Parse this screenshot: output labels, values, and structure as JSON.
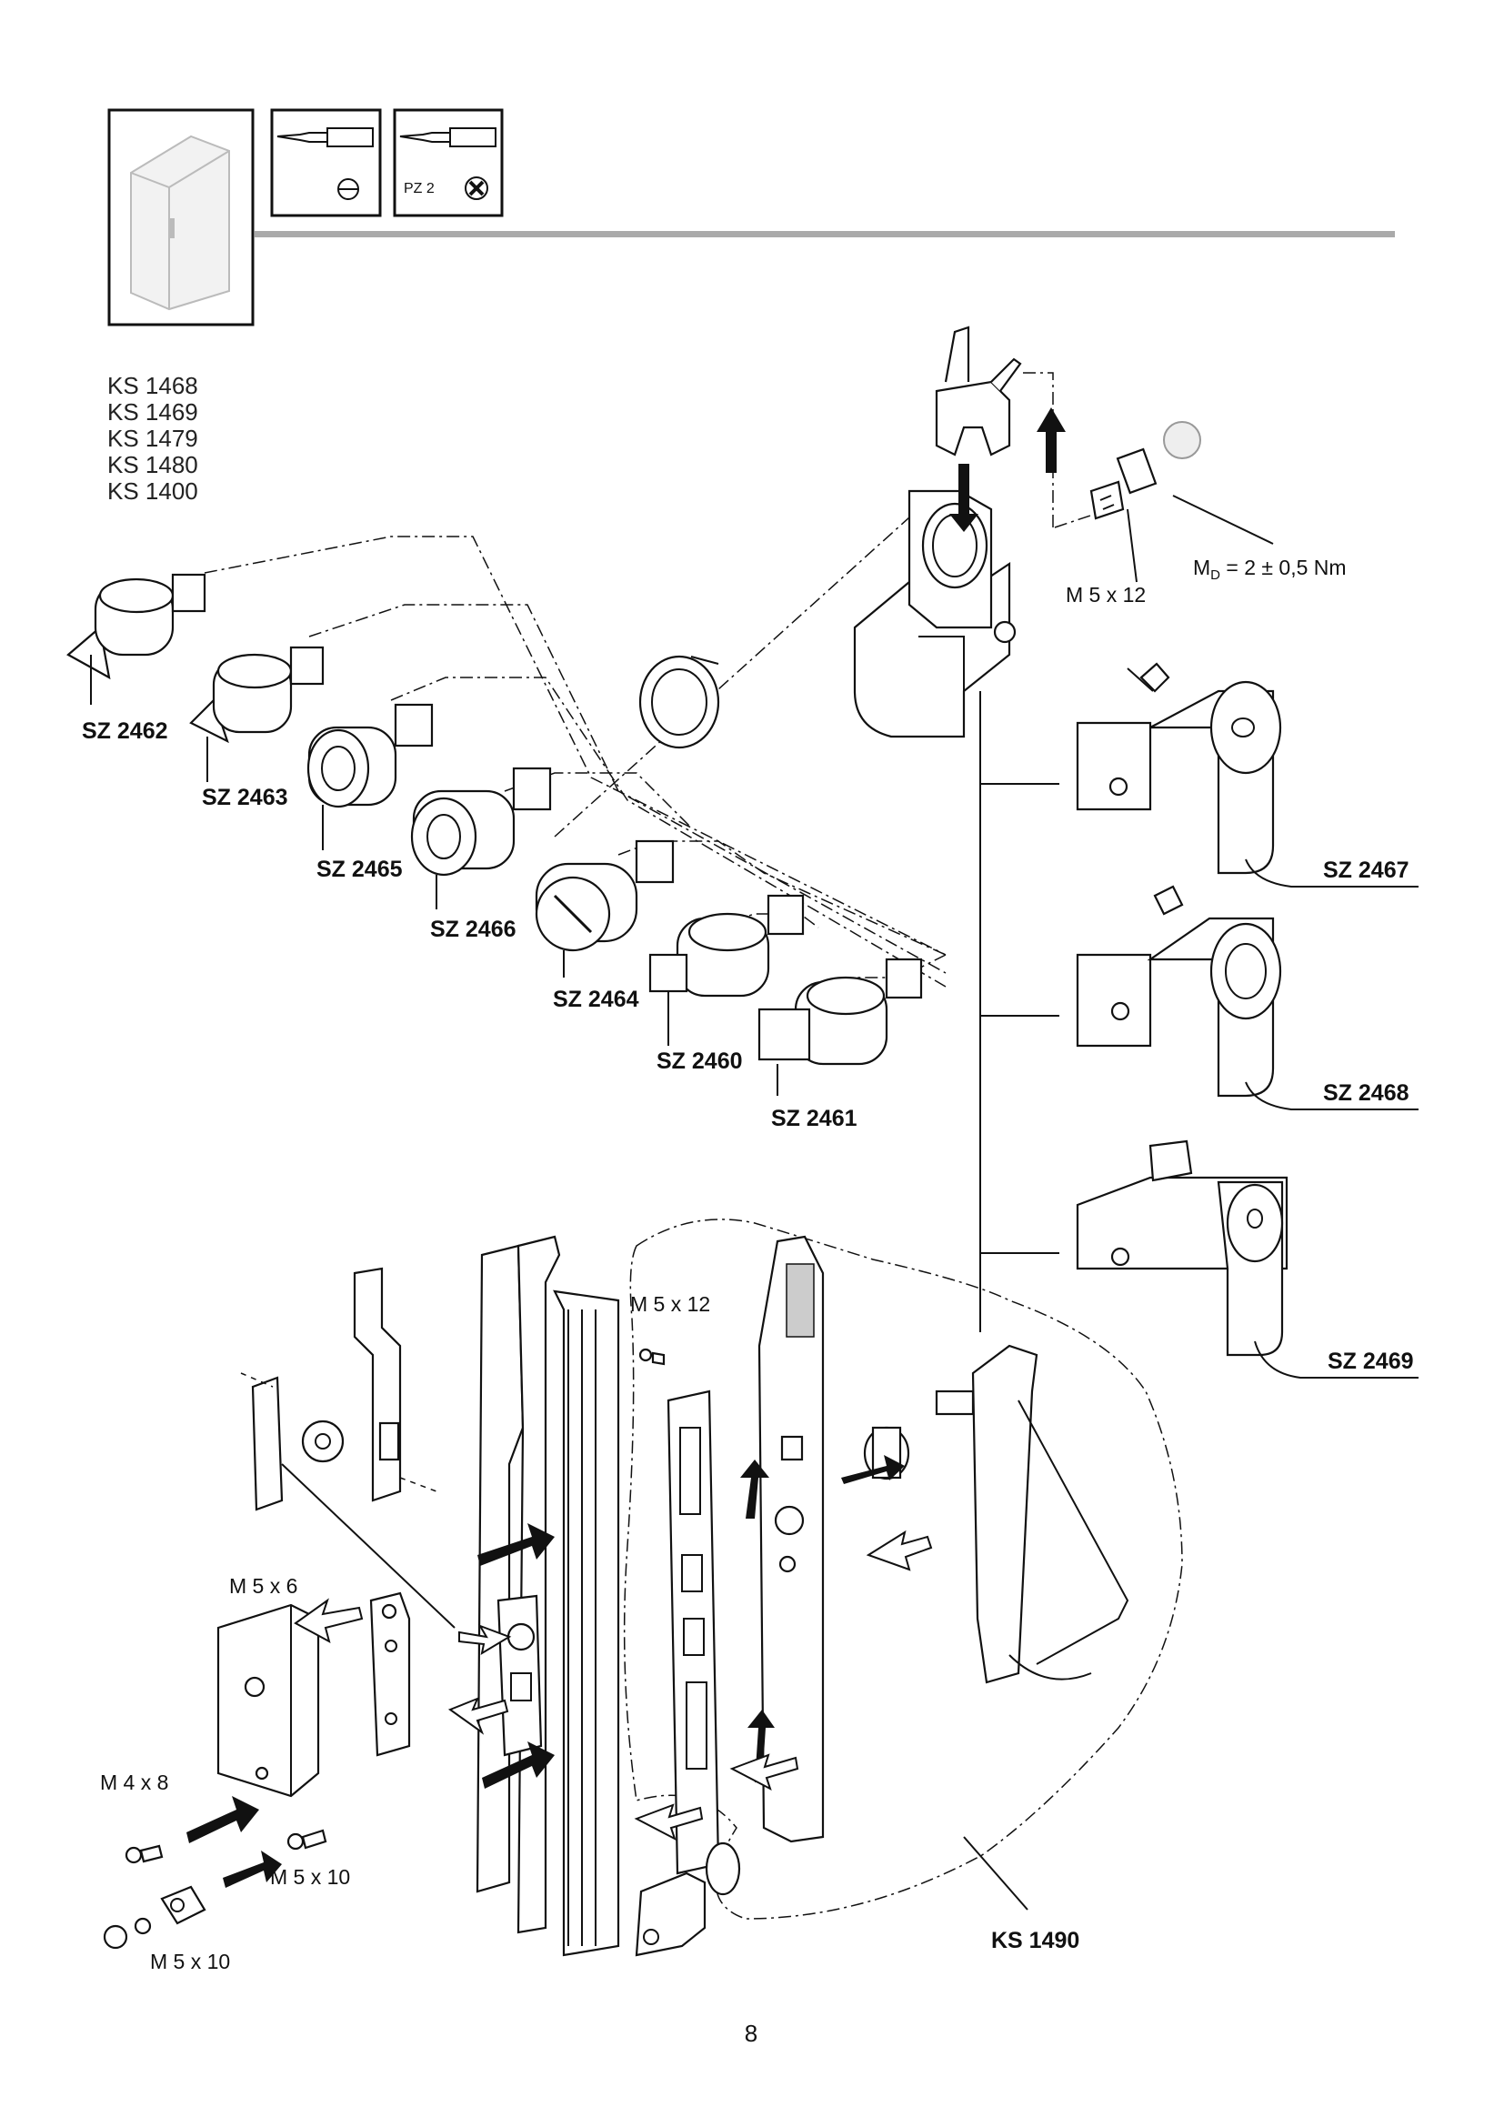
{
  "header": {
    "tool1": {
      "icon": "flat-screwdriver-icon"
    },
    "tool2": {
      "icon": "phillips-screwdriver-icon",
      "label": "PZ 2"
    }
  },
  "models": [
    "KS 1468",
    "KS 1469",
    "KS 1479",
    "KS 1480",
    "KS 1400"
  ],
  "torque": {
    "prefix": "M",
    "sub": "D",
    "value": " = 2 ± 0,5 Nm"
  },
  "inserts": [
    {
      "code": "SZ 2462"
    },
    {
      "code": "SZ 2463"
    },
    {
      "code": "SZ 2465"
    },
    {
      "code": "SZ 2466"
    },
    {
      "code": "SZ 2464"
    },
    {
      "code": "SZ 2460"
    },
    {
      "code": "SZ 2461"
    }
  ],
  "cylinders": [
    {
      "code": "SZ 2467"
    },
    {
      "code": "SZ 2468"
    },
    {
      "code": "SZ 2469"
    }
  ],
  "screws": {
    "top": "M 5 x 12",
    "mid": "M 5 x 12",
    "m5x6": "M 5 x 6",
    "m4x8": "M 4 x 8",
    "m5x10a": "M 5 x 10",
    "m5x10b": "M 5 x 10"
  },
  "kit": "KS 1490",
  "page_number": "8"
}
